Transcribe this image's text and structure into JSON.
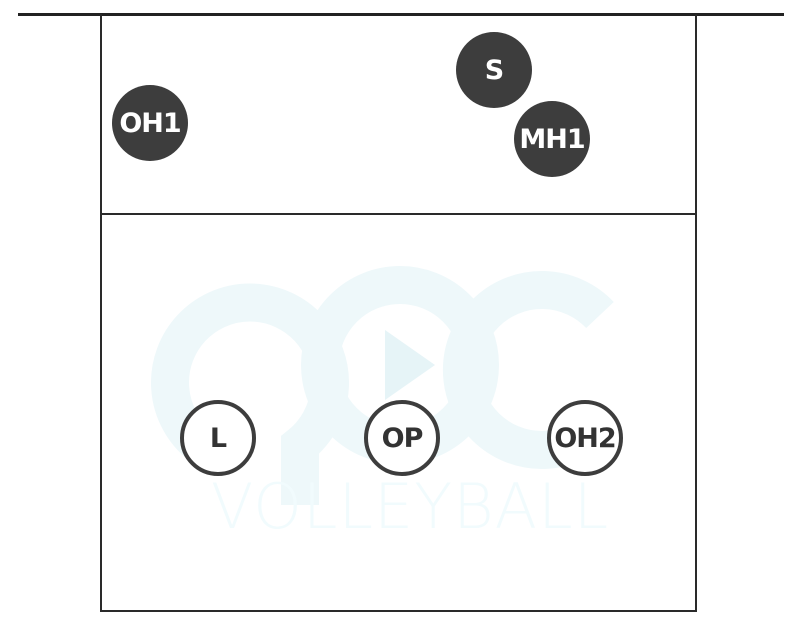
{
  "watermark": {
    "text": "VOLLEYBALL",
    "color": "#e9f6f8"
  },
  "colors": {
    "player_dark": "#3d3d3d",
    "line": "#2a2a2a"
  },
  "players": [
    {
      "label": "S",
      "style": "filled"
    },
    {
      "label": "OH1",
      "style": "filled"
    },
    {
      "label": "MH1",
      "style": "filled"
    },
    {
      "label": "L",
      "style": "outline"
    },
    {
      "label": "OP",
      "style": "outline"
    },
    {
      "label": "OH2",
      "style": "outline"
    }
  ]
}
